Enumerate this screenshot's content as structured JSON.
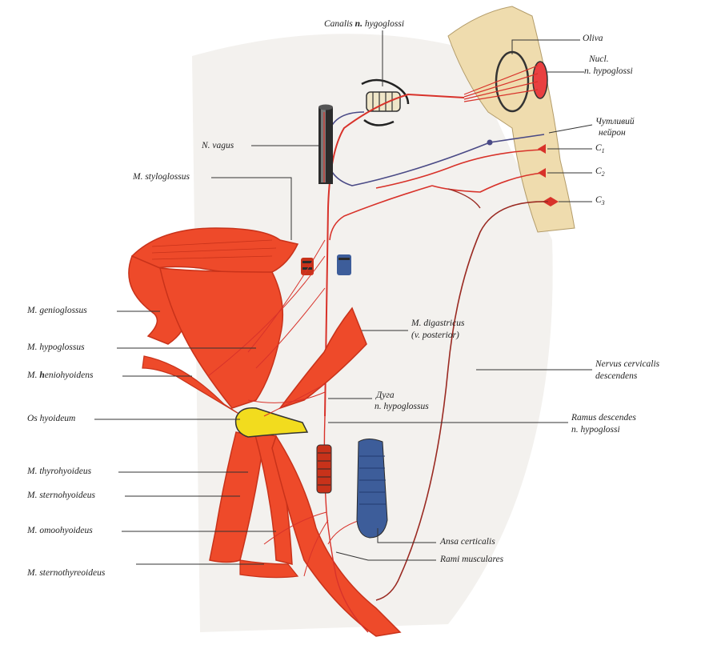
{
  "labels": {
    "canalis_pre": "Canalis ",
    "canalis_bold": "n.",
    "canalis_post": " hygoglossi",
    "oliva": "Oliva",
    "nucl_line1": "Nucl.",
    "nucl_line2": "n. hypoglossi",
    "sensory_line1": "Чутливий",
    "sensory_line2": "нейрон",
    "c1": "C",
    "c1_sub": "1",
    "c2": "C",
    "c2_sub": "2",
    "c3": "C",
    "c3_sub": "3",
    "n_vagus": "N. vagus",
    "m_styloglossus": "M. styloglossus",
    "m_genioglossus": "M. genioglossus",
    "m_hypoglossus": "M. hypoglossus",
    "m_heniohyoidens_pre": "M. ",
    "m_heniohyoidens_bold": "h",
    "m_heniohyoidens_post": "eniohyoidens",
    "os_hyoideum": "Os hyoideum",
    "m_thyrohyoideus": "M. thyrohyoideus",
    "m_sternohyoideus": "M. sternohyoideus",
    "m_omoohyoideus": "M. omoohyoideus",
    "m_sternothyreoideus": "M. sternothyreoideus",
    "m_digastricus_line1": "M. digastricus",
    "m_digastricus_line2": "(v. posterior)",
    "duga_line1": "Дуга",
    "duga_line2": "n. hypoglossus",
    "nervus_line1": "Nervus cervicalis",
    "nervus_line2": "descendens",
    "ramus_line1": "Ramus descendes",
    "ramus_line2": "n. hypoglossi",
    "ansa": "Ansa certicalis",
    "rami": "Rami musculares"
  },
  "colors": {
    "muscle": "#ee4a2a",
    "muscle_dark": "#c8321a",
    "nerve": "#d8322a",
    "nerve_dark": "#9a2a22",
    "sensory": "#4a4a86",
    "bone": "#f2dc1e",
    "brainstem": "#efdcae",
    "vein": "#3d5d9a",
    "leader": "#333333"
  }
}
